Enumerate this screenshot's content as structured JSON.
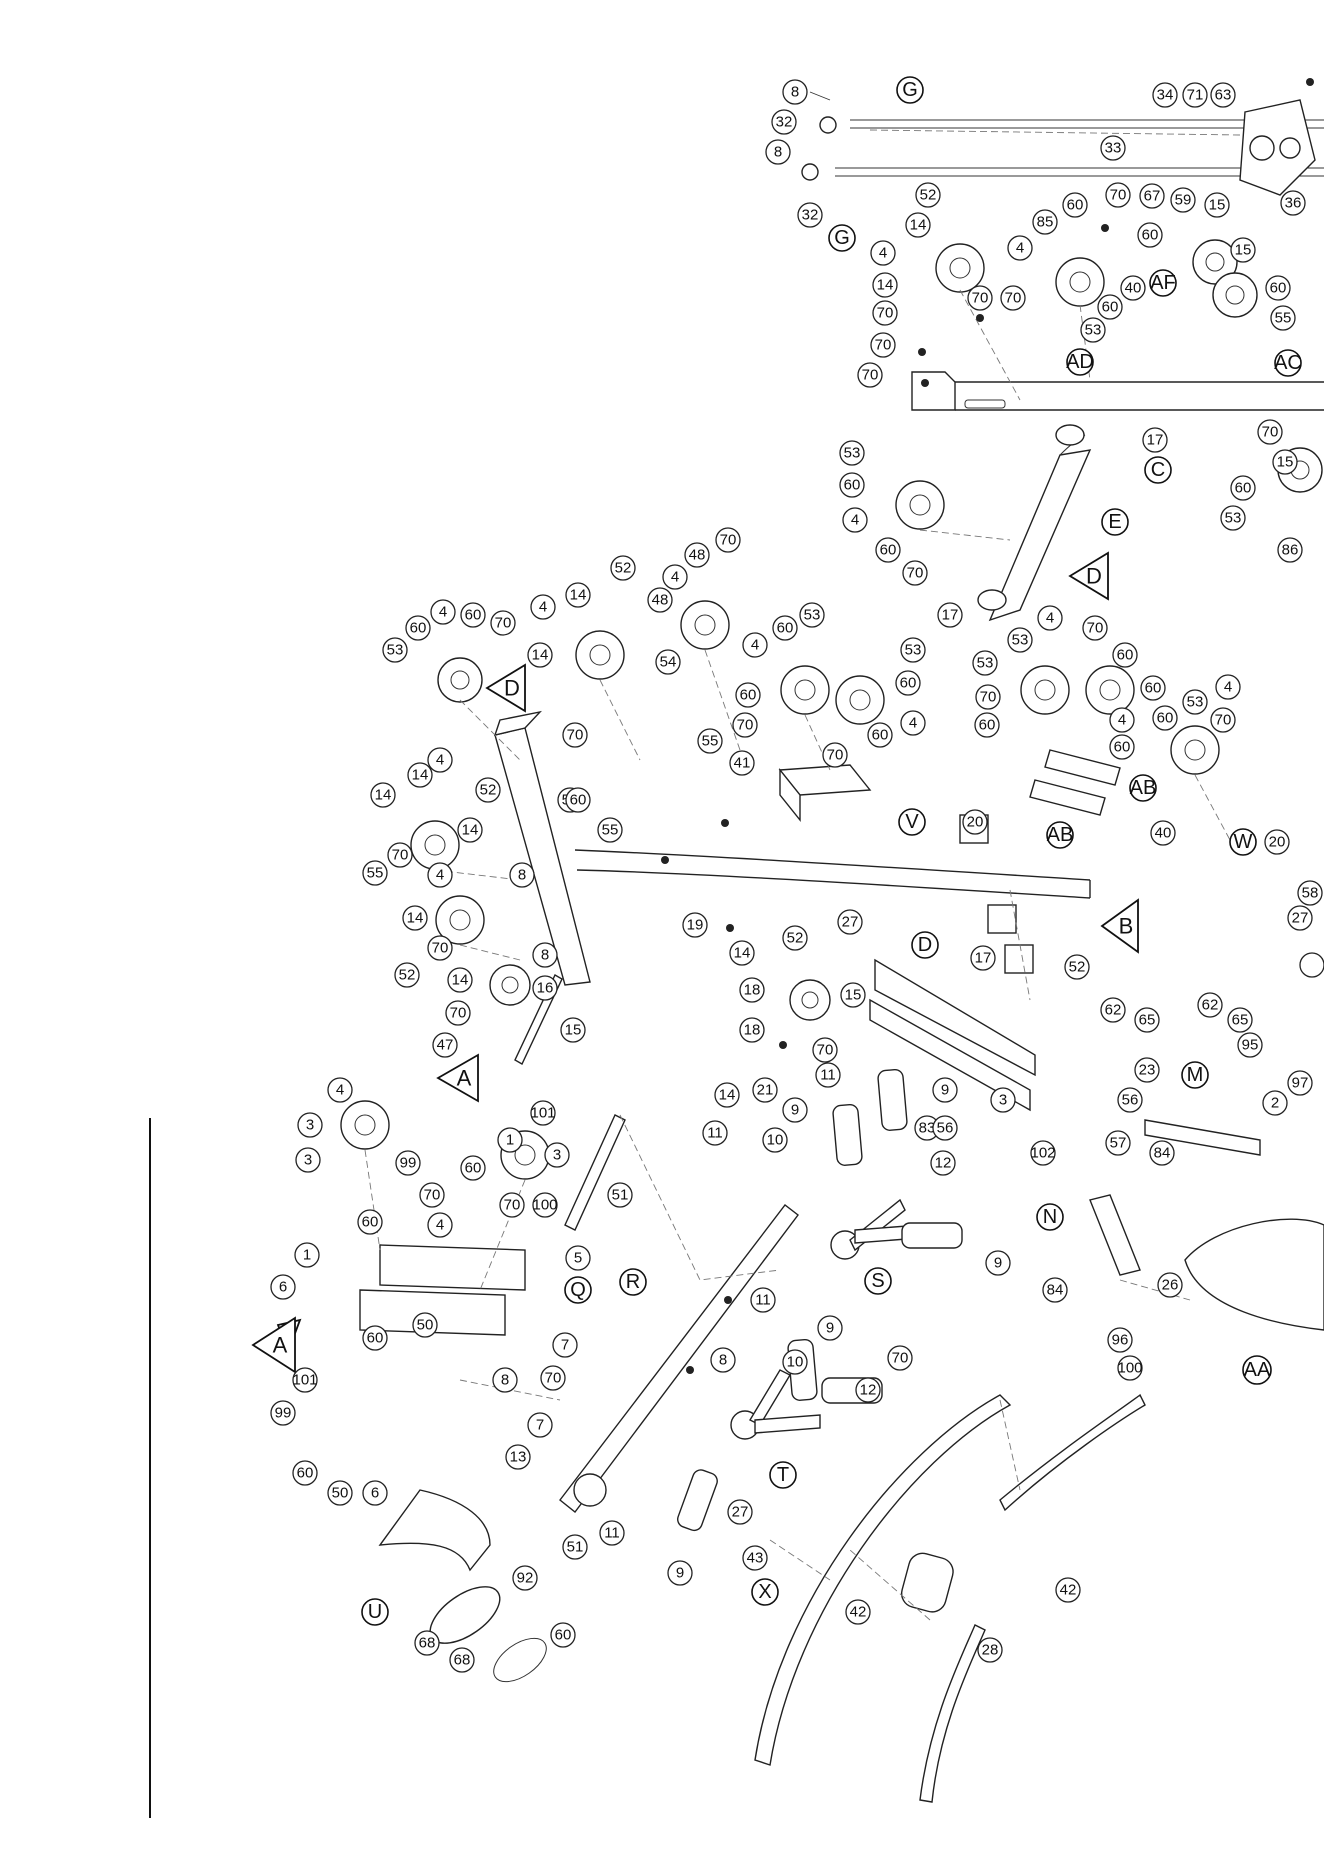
{
  "diagram": {
    "type": "exploded-parts-diagram",
    "orientation": "rotated-90",
    "letter_labels": {
      "G_top": "G",
      "G_mid": "G",
      "C": "C",
      "E": "E",
      "D_frame": "D",
      "V": "V",
      "AB1": "AB",
      "AB2": "AB",
      "W": "W",
      "AD": "AD",
      "AF": "AF",
      "AC": "AC",
      "R": "R",
      "S": "S",
      "T": "T",
      "Q": "Q",
      "U": "U",
      "X": "X",
      "N": "N",
      "M": "M",
      "AA": "AA"
    },
    "triangle_labels": {
      "A1": "A",
      "A2": "A",
      "B": "B",
      "D1": "D",
      "D2": "D"
    },
    "number_labels": [
      "8",
      "32",
      "8",
      "32",
      "34",
      "71",
      "63",
      "33",
      "67",
      "59",
      "36",
      "52",
      "14",
      "4",
      "14",
      "70",
      "70",
      "70",
      "85",
      "60",
      "4",
      "70",
      "70",
      "53",
      "60",
      "40",
      "70",
      "60",
      "15",
      "15",
      "60",
      "55",
      "17",
      "70",
      "15",
      "60",
      "53",
      "86",
      "53",
      "60",
      "4",
      "60",
      "70",
      "17",
      "53",
      "60",
      "4",
      "60",
      "70",
      "4",
      "14",
      "52",
      "48",
      "70",
      "4",
      "48",
      "54",
      "14",
      "70",
      "55",
      "60",
      "53",
      "4",
      "70",
      "60",
      "53",
      "60",
      "70",
      "60",
      "4",
      "20",
      "41",
      "55",
      "55",
      "60",
      "53",
      "4",
      "53",
      "60",
      "70",
      "60",
      "70",
      "60",
      "4",
      "60",
      "53",
      "4",
      "60",
      "70",
      "40",
      "20",
      "52",
      "4",
      "14",
      "14",
      "70",
      "55",
      "52",
      "14",
      "4",
      "14",
      "70",
      "52",
      "8",
      "8",
      "16",
      "15",
      "14",
      "70",
      "47",
      "19",
      "14",
      "52",
      "27",
      "15",
      "18",
      "18",
      "14",
      "70",
      "21",
      "17",
      "11",
      "11",
      "9",
      "9",
      "83",
      "3",
      "4",
      "3",
      "3",
      "101",
      "99",
      "70",
      "60",
      "70",
      "100",
      "60",
      "4",
      "3",
      "1",
      "1",
      "6",
      "5",
      "51",
      "10",
      "12",
      "9",
      "56",
      "62",
      "65",
      "23",
      "56",
      "62",
      "65",
      "95",
      "97",
      "2",
      "102",
      "57",
      "84",
      "26",
      "84",
      "96",
      "100",
      "101",
      "99",
      "60",
      "60",
      "50",
      "50",
      "6",
      "8",
      "7",
      "70",
      "11",
      "9",
      "10",
      "12",
      "70",
      "8",
      "7",
      "13",
      "51",
      "11",
      "9",
      "27",
      "43",
      "42",
      "42",
      "28",
      "68",
      "68",
      "92",
      "60",
      "58",
      "27"
    ]
  }
}
